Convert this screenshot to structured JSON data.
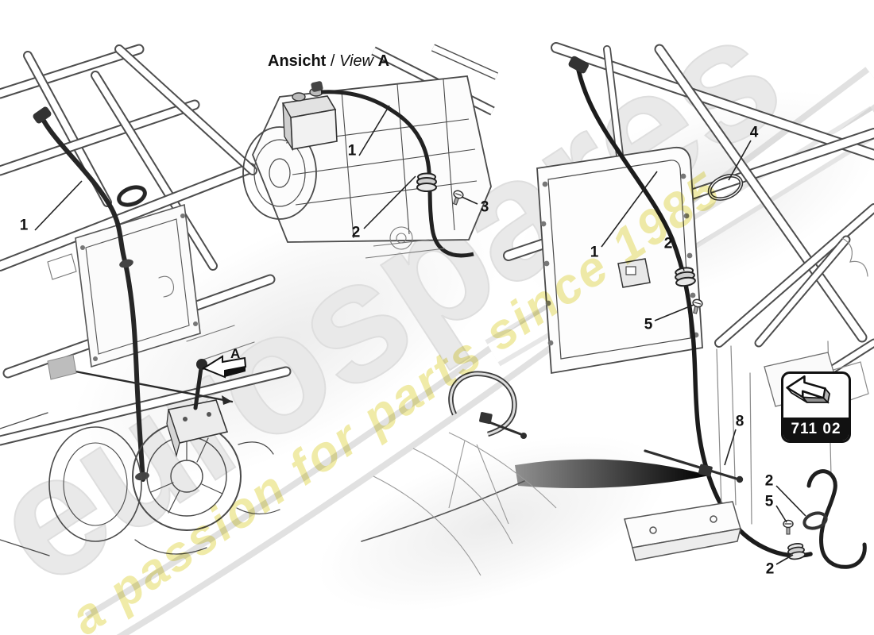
{
  "page": {
    "background": "#ffffff"
  },
  "watermark": {
    "brand": "eurospares",
    "tagline": "a passion for parts since 1985",
    "brand_color": "#e9e9e9",
    "tagline_color": "#e7de72"
  },
  "detail_view": {
    "title_bold": "Ansicht",
    "title_sep": " / ",
    "title_italic": "View",
    "title_letter": "A"
  },
  "view_marker": {
    "letter": "A"
  },
  "part_group_badge": {
    "code": "711 02",
    "bar_color": "#111111"
  },
  "callouts": [
    {
      "id": "left-1",
      "label": "1"
    },
    {
      "id": "view-1",
      "label": "1"
    },
    {
      "id": "view-2",
      "label": "2"
    },
    {
      "id": "view-3",
      "label": "3"
    },
    {
      "id": "right-1",
      "label": "1"
    },
    {
      "id": "right-2a",
      "label": "2"
    },
    {
      "id": "right-4",
      "label": "4"
    },
    {
      "id": "right-5a",
      "label": "5"
    },
    {
      "id": "right-8",
      "label": "8"
    },
    {
      "id": "right-2b",
      "label": "2"
    },
    {
      "id": "right-5b",
      "label": "5"
    },
    {
      "id": "right-2c",
      "label": "2"
    }
  ]
}
